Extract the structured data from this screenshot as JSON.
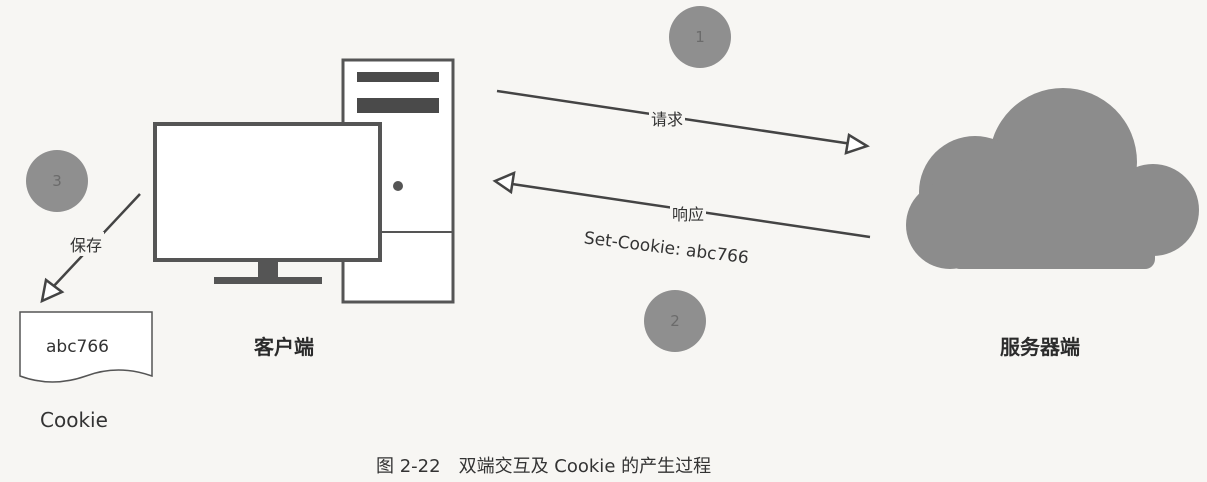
{
  "steps": {
    "one": "1",
    "two": "2",
    "three": "3"
  },
  "arrows": {
    "request_label": "请求",
    "response_label": "响应",
    "set_cookie": "Set-Cookie: abc766",
    "save_label": "保存"
  },
  "client": {
    "label": "客户端"
  },
  "server": {
    "label": "服务器端"
  },
  "cookie_file": {
    "value": "abc766",
    "label": "Cookie"
  },
  "caption": "图 2-22　双端交互及 Cookie 的产生过程",
  "icons": [
    "monitor-icon",
    "tower-pc-icon",
    "cloud-icon",
    "document-icon"
  ],
  "colors": {
    "background": "#f7f6f3",
    "cloud": "#8c8c8c",
    "circle": "#8f8f8f",
    "line": "#444444"
  }
}
